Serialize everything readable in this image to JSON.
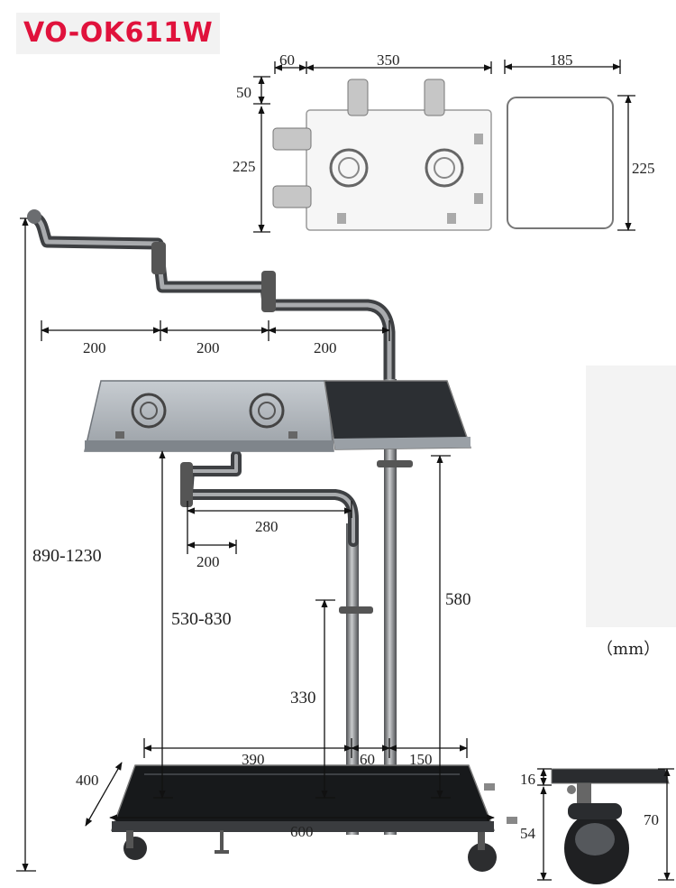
{
  "title": "VO-OK611W",
  "unit": "（mm）",
  "dimensions": {
    "tray_offset": "60",
    "tray_width": "350",
    "tray_margin": "50",
    "tray_depth": "225",
    "pad_width": "185",
    "pad_depth": "225",
    "arm_seg_1": "200",
    "arm_seg_2": "200",
    "arm_seg_3": "200",
    "total_height": "890-1230",
    "lower_arm_reach": "280",
    "lower_arm_inner": "200",
    "tray_height": "530-830",
    "pad_height": "580",
    "lower_height": "330",
    "base_left": "390",
    "base_gap": "60",
    "base_right": "150",
    "base_depth": "400",
    "base_length": "600",
    "caster_top": "16",
    "caster_total": "70",
    "caster_wheel": "54"
  },
  "colors": {
    "title": "#e0123c",
    "steel": "#6d6f72",
    "tray": "#a9aeb3",
    "pad": "#2f3236",
    "glass": "#151618"
  }
}
